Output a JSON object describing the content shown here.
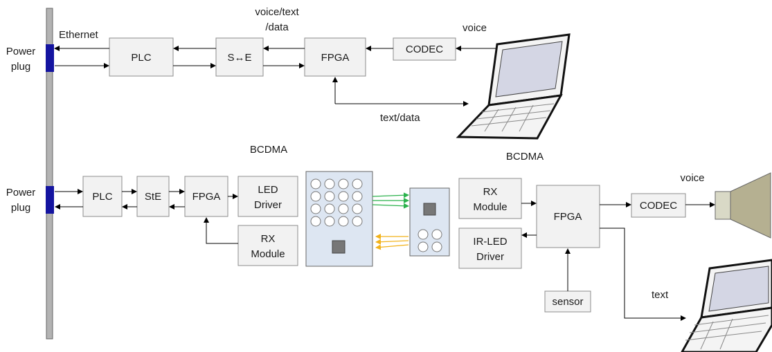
{
  "top": {
    "power_label_1": "Power",
    "power_label_2": "plug",
    "ethernet": "Ethernet",
    "plc": "PLC",
    "s2e": "S↔E",
    "fpga": "FPGA",
    "codec": "CODEC",
    "voice_text_1": "voice/text",
    "voice_text_2": "/data",
    "voice": "voice",
    "text_data": "text/data"
  },
  "bottom": {
    "power_label_1": "Power",
    "power_label_2": "plug",
    "bcdma_left": "BCDMA",
    "bcdma_right": "BCDMA",
    "plc": "PLC",
    "ste": "StE",
    "fpga_left": "FPGA",
    "led_driver_1": "LED",
    "led_driver_2": "Driver",
    "rx_module_left_1": "RX",
    "rx_module_left_2": "Module",
    "rx_module_right_1": "RX",
    "rx_module_right_2": "Module",
    "irled_driver_1": "IR-LED",
    "irled_driver_2": "Driver",
    "fpga_right": "FPGA",
    "codec": "CODEC",
    "voice": "voice",
    "sensor": "sensor",
    "text": "text"
  },
  "colors": {
    "plug": "#1414a0",
    "panel": "#dde6f2",
    "green_beam": "#2bb24c",
    "yellow_beam": "#f2b21a",
    "speaker": "#b5b091"
  }
}
